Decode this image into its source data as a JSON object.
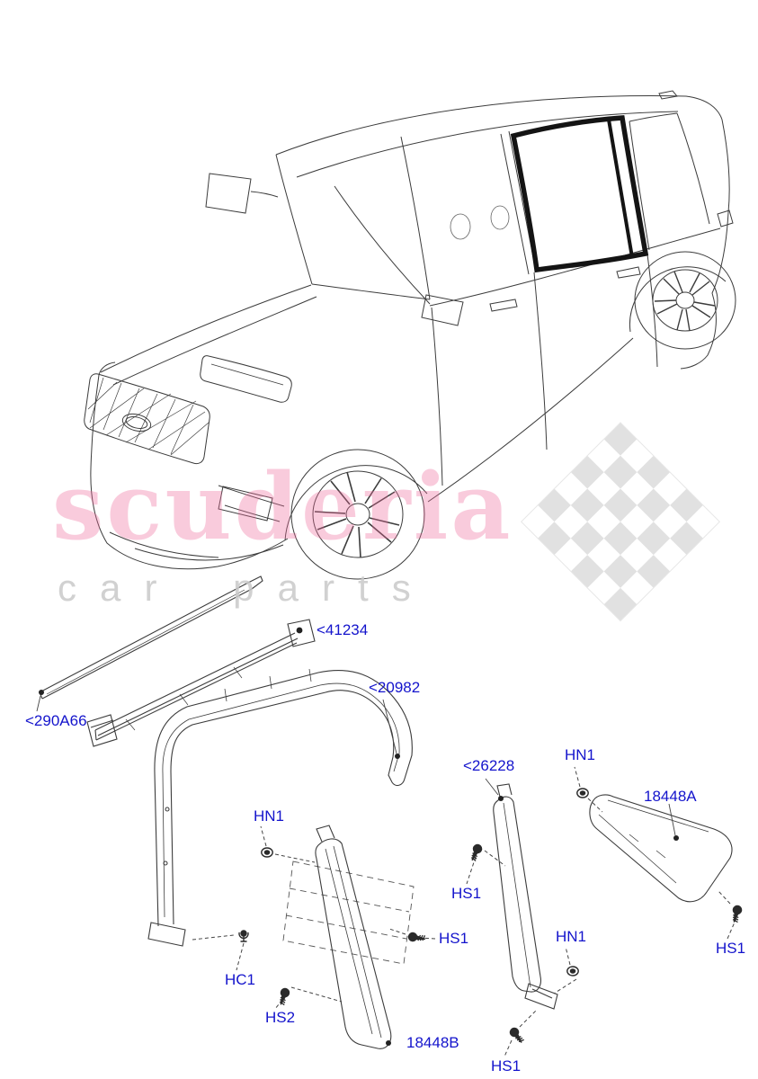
{
  "watermark": {
    "brand": "scuderia",
    "subtitle": "car parts",
    "brand_color": "#ef6a9a",
    "subtitle_color": "#c9c9c9"
  },
  "colors": {
    "label_blue": "#1414cc",
    "line": "#3c3c3c",
    "highlight_frame": "#141414"
  },
  "part_labels": {
    "p290A66": "<290A66",
    "p41234": "<41234",
    "p20982": "<20982",
    "p26228": "<26228",
    "p18448A": "18448A",
    "p18448B": "18448B"
  },
  "fastener_labels": {
    "hn1": "HN1",
    "hs1": "HS1",
    "hs2": "HS2",
    "hc1": "HC1"
  }
}
